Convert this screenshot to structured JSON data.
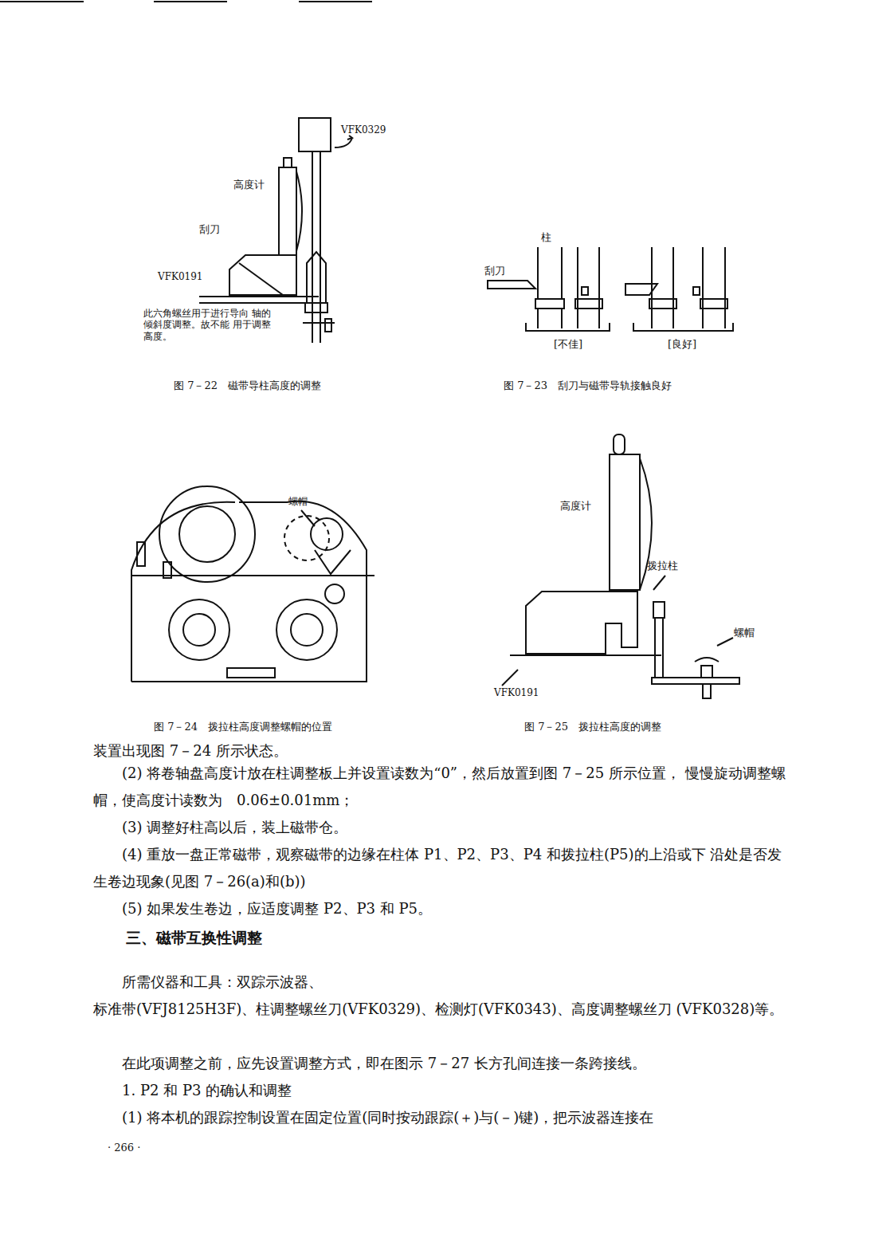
{
  "diagram": {
    "labels": [
      "VFK0329",
      "高度计",
      "刮刀",
      "VFK0191",
      "此六角螺丝用于进行导向 轴的倾斜度调整。故不能 用于调整高度。",
      "图 7－22　磁带导柱高度的调整",
      "柱",
      "刮刀",
      "[不佳]",
      "[良好]",
      "图 7－23　刮刀与磁带导轨接触良好",
      "螺帽",
      "图 7－24　拨拉柱高度调整螺帽的位置",
      "高度计",
      "拨拉柱",
      "螺帽",
      "VFK0191",
      "图 7－25　拨拉柱高度的调整",
      "装置出现图 7－24 所示状态。",
      "(2) 将卷轴盘高度计放在柱调整板上并设置读数为“0”，然后放置到图 7－25 所示位置， 慢慢旋动调整螺帽，使高度计读数为　0.06±0.01mm；",
      "(3) 调整好柱高以后，装上磁带仓。",
      "(4) 重放一盘正常磁带，观察磁带的边缘在柱体 P1、P2、P3、P4 和拨拉柱(P5)的上沿或下 沿处是否发生卷边现象(见图 7－26(a)和(b))",
      "(5) 如果发生卷边，应适度调整 P2、P3 和 P5。",
      "三、磁带互换性调整",
      "所需仪器和工具：双踪示波器、",
      "标准带(VFJ8125H3F)、柱调整螺丝刀(VFK0329)、检测灯(VFK0343)、高度调整螺丝刀 (VFK0328)等。",
      "在此项调整之前，应先设置调整方式，即在图示 7－27 长方孔间连接一条跨接线。",
      "1. P2 和 P3 的确认和调整",
      "(1) 将本机的跟踪控制设置在固定位置(同时按动跟踪(＋)与(－)键)，把示波器连接在",
      "· 266 ·"
    ]
  }
}
